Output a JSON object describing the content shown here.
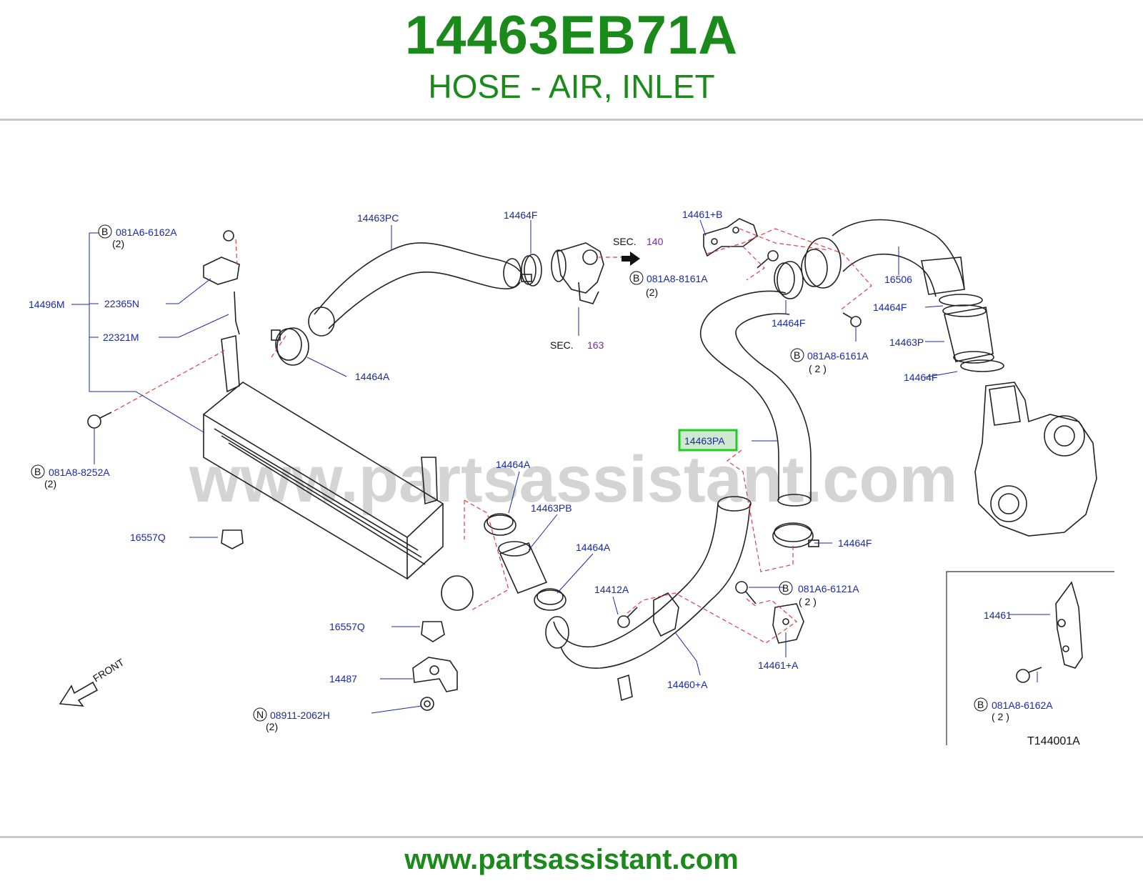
{
  "header": {
    "part_number": "14463EB71A",
    "description": "HOSE - AIR, INLET"
  },
  "watermark": "www.partsassistant.com",
  "footer": {
    "url": "www.partsassistant.com"
  },
  "diagram": {
    "highlight_color": "#22cc22",
    "label_color": "#1a2aa8",
    "callouts": {
      "p14463PC": "14463PC",
      "p14464F_top": "14464F",
      "sec140_prefix": "SEC.",
      "sec140_num": "140",
      "sec163_prefix": "SEC.",
      "sec163_num": "163",
      "b_081A8_8161A": "081A8-8161A",
      "qty_8161A": "(2)",
      "p14461B": "14461+B",
      "p16506": "16506",
      "p14464F_mid": "14464F",
      "p14464F_right1": "14464F",
      "b_081A8_6161A": "081A8-6161A",
      "qty_6161A": "( 2 )",
      "p14463P": "14463P",
      "p14464F_right2": "14464F",
      "b_081A6_6162A": "081A6-6162A",
      "qty_6162A": "(2)",
      "p22365N": "22365N",
      "p14496M": "14496M",
      "p22321M": "22321M",
      "p14464A_top": "14464A",
      "b_081A8_8252A": "081A8-8252A",
      "qty_8252A": "(2)",
      "p14463PA": "14463PA",
      "p14464A_mid": "14464A",
      "p14463PB": "14463PB",
      "p14464A_low": "14464A",
      "p16557Q_left": "16557Q",
      "p14464F_low": "14464F",
      "b_081A6_6121A": "081A6-6121A",
      "qty_6121A": "( 2 )",
      "p14412A": "14412A",
      "p16557Q_mid": "16557Q",
      "p14461A": "14461+A",
      "p14460A": "14460+A",
      "p14487": "14487",
      "n_08911_2062H": "08911-2062H",
      "qty_2062H": "(2)",
      "front": "FRONT",
      "inset_14461": "14461",
      "inset_b_081A8_6162A": "081A8-6162A",
      "inset_qty": "( 2 )",
      "figure_code": "T144001A",
      "marker_b": "B",
      "marker_n": "N"
    }
  }
}
